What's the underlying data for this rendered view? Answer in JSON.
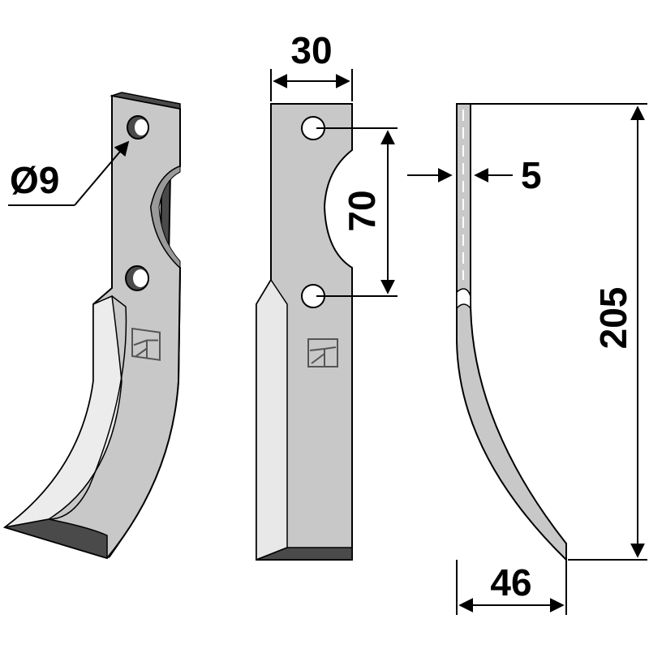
{
  "dimensions": {
    "hole_diameter": "Ø9",
    "width": "30",
    "hole_spacing": "70",
    "thickness": "5",
    "height": "205",
    "offset": "46"
  },
  "colors": {
    "blade_face": "#c8c8c8",
    "blade_bevel": "#e4e4e4",
    "blade_edge": "#4a4a4a",
    "outline": "#000000",
    "hole": "#ffffff"
  },
  "icons": [
    "manufacturer-logo-icon"
  ]
}
